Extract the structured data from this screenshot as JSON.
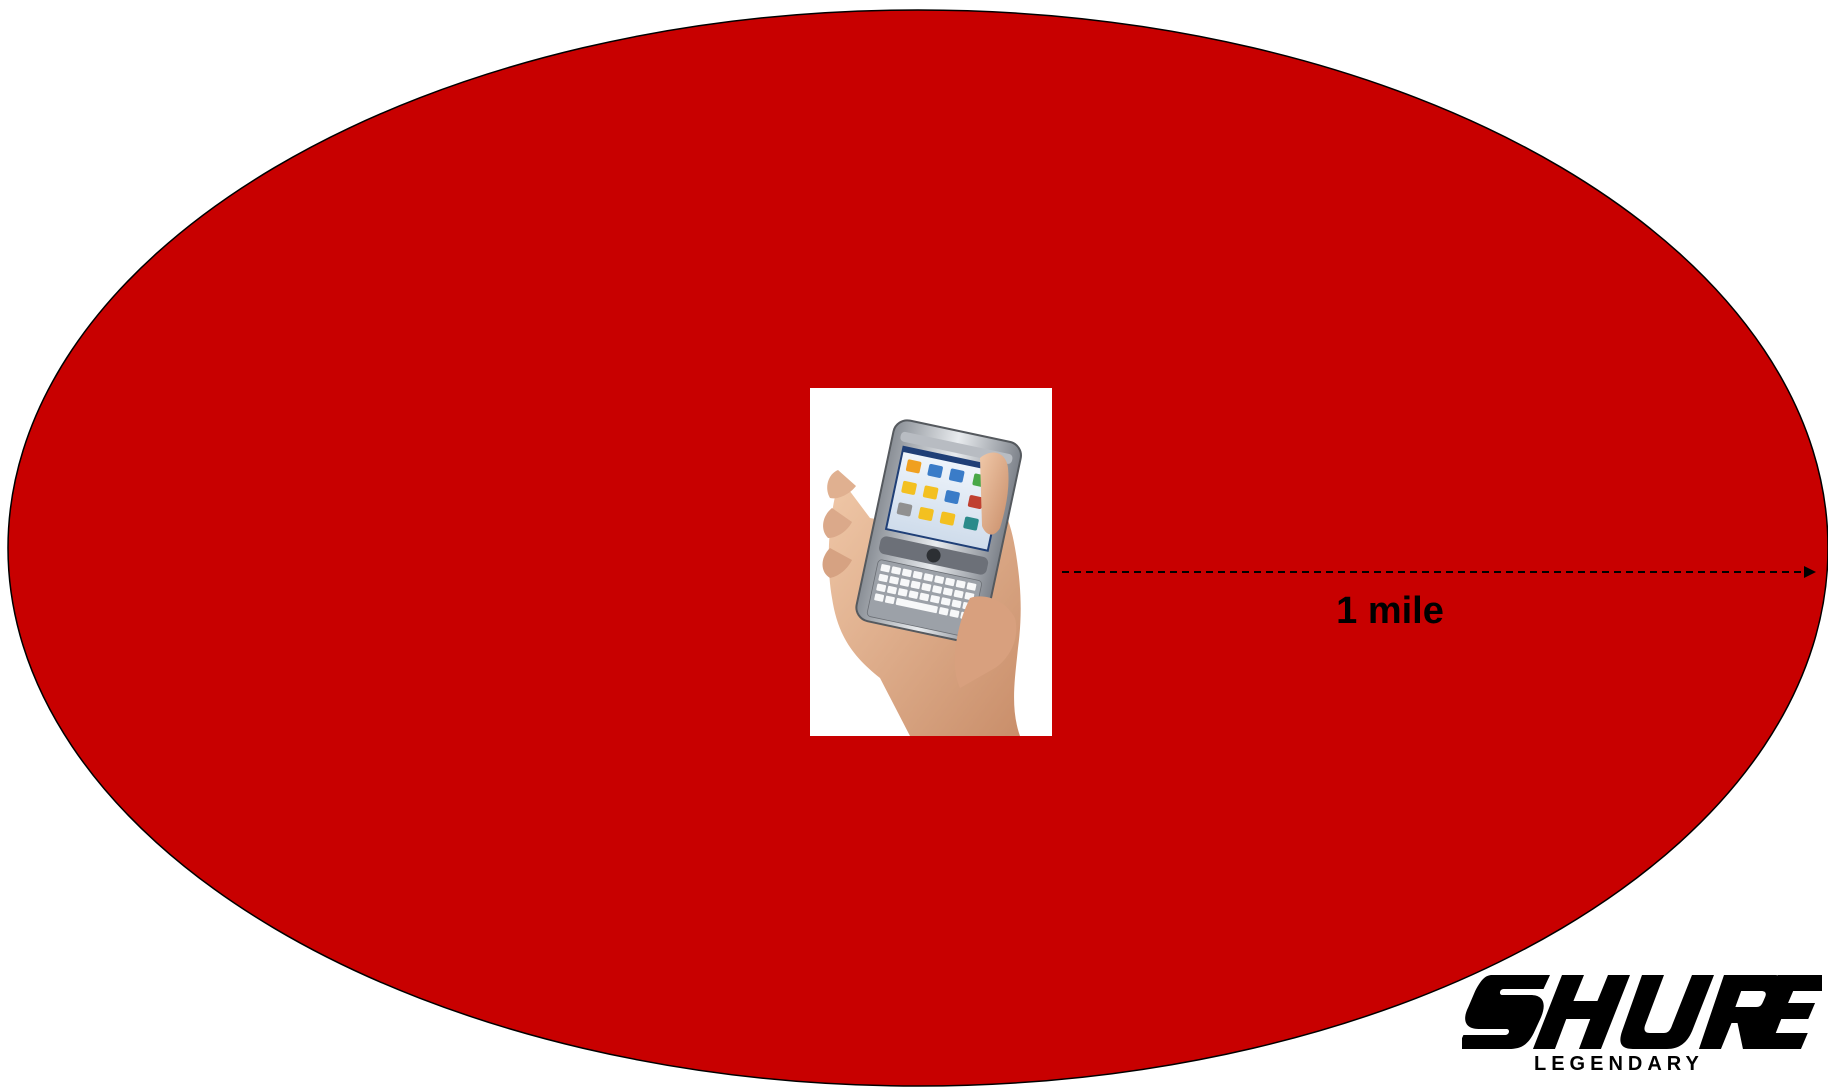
{
  "diagram": {
    "range_label": "1 mile",
    "coverage_color": "#c80000",
    "arrow_style": "dashed"
  },
  "device": {
    "icon": "phone-in-hand-icon"
  },
  "logo": {
    "wordmark": "SHURE",
    "tagline": "LEGENDARY",
    "color": "#000000"
  }
}
